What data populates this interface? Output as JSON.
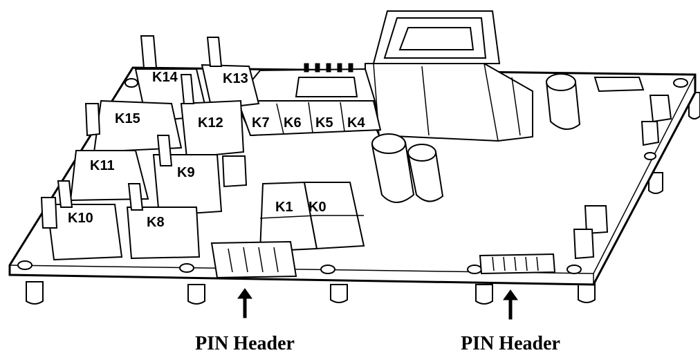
{
  "relays": [
    {
      "id": "K14",
      "label": "K14"
    },
    {
      "id": "K13",
      "label": "K13"
    },
    {
      "id": "K15",
      "label": "K15"
    },
    {
      "id": "K12",
      "label": "K12"
    },
    {
      "id": "K7",
      "label": "K7"
    },
    {
      "id": "K6",
      "label": "K6"
    },
    {
      "id": "K5",
      "label": "K5"
    },
    {
      "id": "K4",
      "label": "K4"
    },
    {
      "id": "K11",
      "label": "K11"
    },
    {
      "id": "K9",
      "label": "K9"
    },
    {
      "id": "K10",
      "label": "K10"
    },
    {
      "id": "K8",
      "label": "K8"
    },
    {
      "id": "K1",
      "label": "K1"
    },
    {
      "id": "K0",
      "label": "K0"
    }
  ],
  "callouts": [
    {
      "id": "left",
      "label": "PIN Header"
    },
    {
      "id": "right",
      "label": "PIN Header"
    }
  ],
  "colors": {
    "ink": "#000000",
    "paper": "#ffffff"
  }
}
